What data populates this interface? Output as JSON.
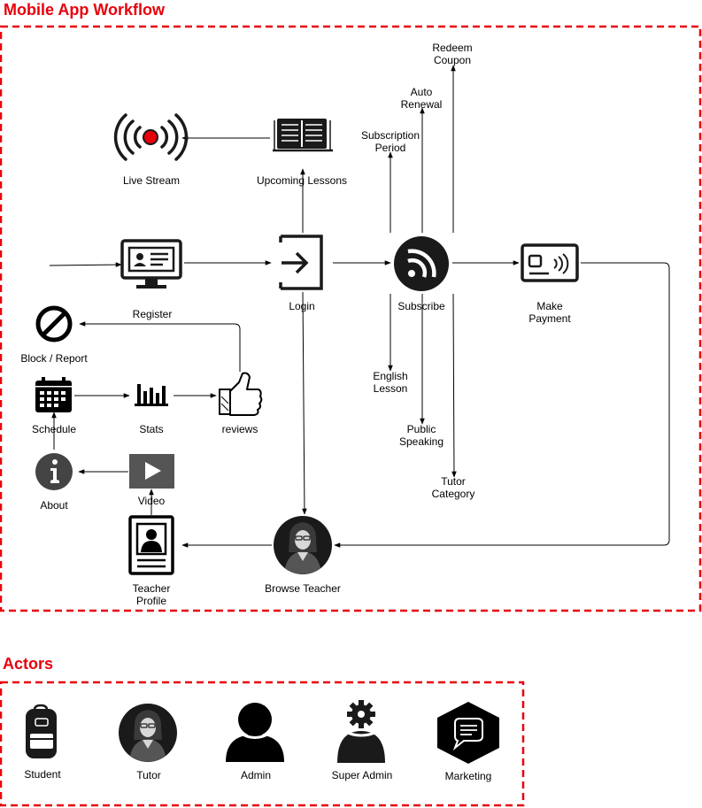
{
  "colors": {
    "accent": "#e8000b",
    "ink": "#000000",
    "dark": "#1a1a1a",
    "grey": "#444444",
    "video": "#555555"
  },
  "workflow": {
    "title": "Mobile App Workflow",
    "nodes": {
      "live_stream": {
        "label": "Live Stream",
        "icon": "broadcast-icon"
      },
      "upcoming_lessons": {
        "label": "Upcoming Lessons",
        "icon": "book-icon"
      },
      "register": {
        "label": "Register",
        "icon": "monitor-id-card-icon"
      },
      "login": {
        "label": "Login",
        "icon": "login-icon"
      },
      "subscribe": {
        "label": "Subscribe",
        "icon": "rss-icon"
      },
      "make_payment": {
        "line1": "Make",
        "line2": "Payment",
        "icon": "contactless-card-icon"
      },
      "block_report": {
        "label": "Block / Report",
        "icon": "prohibited-icon"
      },
      "schedule": {
        "label": "Schedule",
        "icon": "calendar-icon"
      },
      "stats": {
        "label": "Stats",
        "icon": "bar-chart-icon"
      },
      "reviews": {
        "label": "reviews",
        "icon": "thumbs-up-icon"
      },
      "about": {
        "label": "About",
        "icon": "info-icon"
      },
      "video": {
        "label": "Video",
        "icon": "video-play-icon"
      },
      "teacher_profile": {
        "line1": "Teacher",
        "line2": "Profile",
        "icon": "profile-document-icon"
      },
      "browse_teacher": {
        "label": "Browse Teacher",
        "icon": "teacher-avatar-icon"
      },
      "subscription_period": {
        "line1": "Subscription",
        "line2": "Period"
      },
      "auto_renewal": {
        "line1": "Auto",
        "line2": "Renewal"
      },
      "redeem_coupon": {
        "line1": "Redeem",
        "line2": "Coupon"
      },
      "english_lesson": {
        "line1": "English",
        "line2": "Lesson"
      },
      "public_speaking": {
        "line1": "Public",
        "line2": "Speaking"
      },
      "tutor_category": {
        "line1": "Tutor",
        "line2": "Category"
      }
    }
  },
  "actors": {
    "title": "Actors",
    "items": [
      {
        "label": "Student",
        "icon": "backpack-icon"
      },
      {
        "label": "Tutor",
        "icon": "tutor-avatar-icon"
      },
      {
        "label": "Admin",
        "icon": "user-icon"
      },
      {
        "label": "Super Admin",
        "icon": "user-gear-icon"
      },
      {
        "label": "Marketing",
        "icon": "chat-hexagon-icon"
      }
    ]
  }
}
